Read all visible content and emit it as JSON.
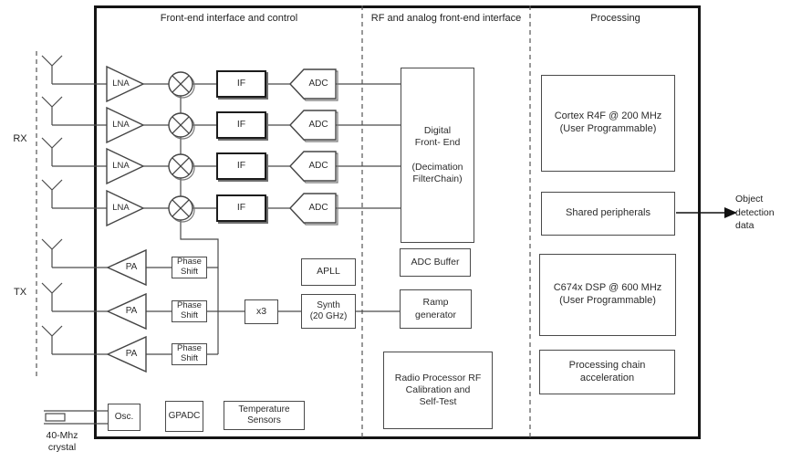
{
  "sections": {
    "frontend": "Front-end interface and control",
    "rf": "RF and analog front-end interface",
    "processing": "Processing"
  },
  "rx": {
    "label": "RX",
    "lna": "LNA",
    "if": "IF",
    "adc": "ADC"
  },
  "tx": {
    "label": "TX",
    "pa": "PA",
    "phase_shift": "Phase\nShift"
  },
  "blocks": {
    "dfe": "Digital\nFront- End\n\n(Decimation\nFilterChain)",
    "apll": "APLL",
    "x3": "x3",
    "synth": "Synth\n(20 GHz)",
    "adc_buffer": "ADC Buffer",
    "ramp_generator": "Ramp\ngenerator",
    "radio_processor": "Radio Processor RF\nCalibration and\nSelf-Test",
    "cortex": "Cortex R4F @ 200 MHz\n(User Programmable)",
    "shared_peripherals": "Shared peripherals",
    "dsp": "C674x DSP @ 600 MHz\n(User Programmable)",
    "processing_chain": "Processing chain\nacceleration",
    "osc": "Osc.",
    "gpadc": "GPADC",
    "temperature_sensors": "Temperature\nSensors"
  },
  "external": {
    "crystal_label": "40-Mhz\ncrystal",
    "object_detection_label": "Object\ndetection\ndata"
  },
  "colors": {
    "line": "#4a4a4a",
    "heavy_border": "#141414",
    "background": "#ffffff",
    "shadow": "#6e6e6e"
  }
}
